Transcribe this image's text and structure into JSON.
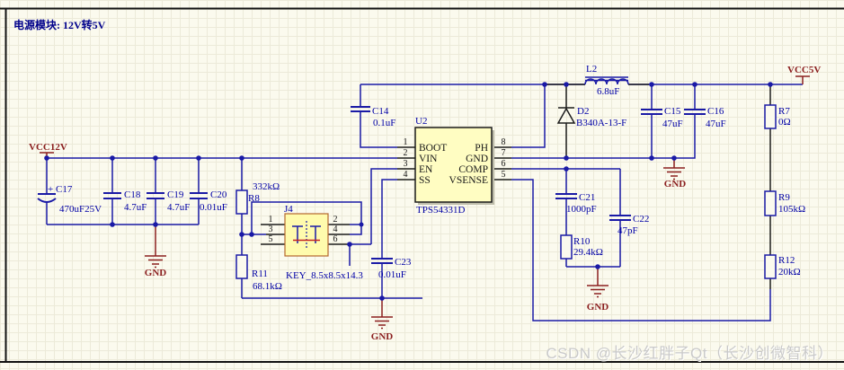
{
  "title": "电源模块: 12V转5V",
  "watermark": "CSDN @长沙红胖子Qt（长沙创微智科）",
  "ports": {
    "vcc12v": "VCC12V",
    "vcc5v": "VCC5V",
    "gnd": "GND"
  },
  "u2": {
    "ref": "U2",
    "part": "TPS54331D",
    "pins_left": [
      {
        "n": "1",
        "name": "BOOT"
      },
      {
        "n": "2",
        "name": "VIN"
      },
      {
        "n": "3",
        "name": "EN"
      },
      {
        "n": "4",
        "name": "SS"
      }
    ],
    "pins_right": [
      {
        "n": "8",
        "name": "PH"
      },
      {
        "n": "7",
        "name": "GND"
      },
      {
        "n": "6",
        "name": "COMP"
      },
      {
        "n": "5",
        "name": "VSENSE"
      }
    ]
  },
  "j4": {
    "ref": "J4",
    "part": "KEY_8.5x8.5x14.3",
    "pins_left": [
      "1",
      "3",
      "5"
    ],
    "pins_right": [
      "2",
      "4",
      "6"
    ]
  },
  "parts": {
    "c17": {
      "plus": "+",
      "ref": "C17",
      "value": "470uF25V"
    },
    "c18": {
      "ref": "C18",
      "value": "4.7uF"
    },
    "c19": {
      "ref": "C19",
      "value": "4.7uF"
    },
    "c20": {
      "ref": "C20",
      "value": "0.01uF"
    },
    "r8": {
      "ref": "R8",
      "value": "332kΩ"
    },
    "r11": {
      "ref": "R11",
      "value": "68.1kΩ"
    },
    "c14": {
      "ref": "C14",
      "value": "0.1uF"
    },
    "c23": {
      "ref": "C23",
      "value": "0.01uF"
    },
    "l2": {
      "ref": "L2",
      "value": "6.8uF"
    },
    "d2": {
      "ref": "D2",
      "value": "B340A-13-F"
    },
    "c15": {
      "ref": "C15",
      "value": "47uF"
    },
    "c16": {
      "ref": "C16",
      "value": "47uF"
    },
    "c21": {
      "ref": "C21",
      "value": "1000pF"
    },
    "r10": {
      "ref": "R10",
      "value": "29.4kΩ"
    },
    "c22": {
      "ref": "C22",
      "value": "47pF"
    },
    "r7": {
      "ref": "R7",
      "value": "0Ω"
    },
    "r9": {
      "ref": "R9",
      "value": "105kΩ"
    },
    "r12": {
      "ref": "R12",
      "value": "20kΩ"
    }
  }
}
